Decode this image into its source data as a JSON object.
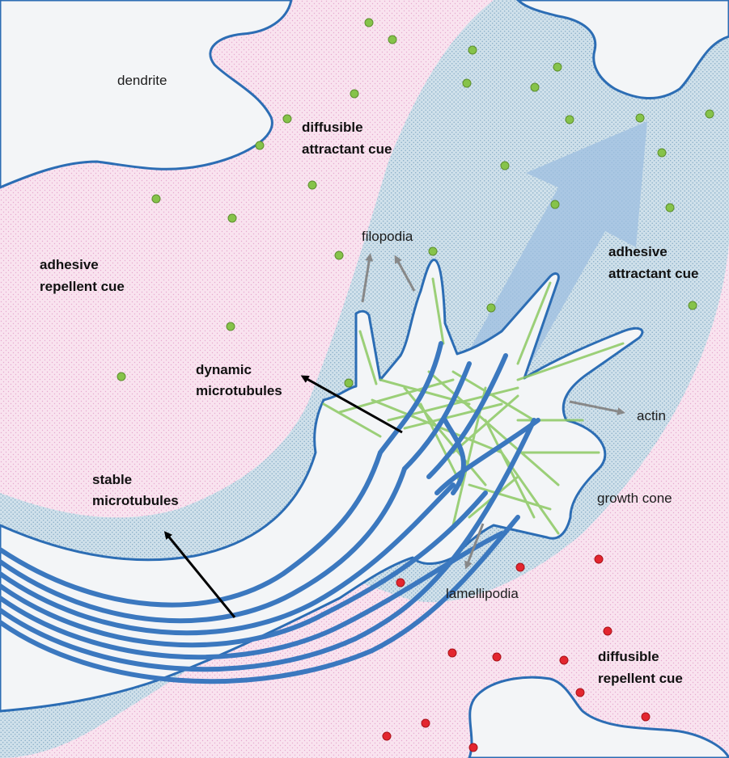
{
  "labels": {
    "dendrite": "dendrite",
    "diffusible_attractant_cue": [
      "diffusible",
      "attractant cue"
    ],
    "adhesive_repellent_cue": [
      "adhesive",
      "repellent cue"
    ],
    "filopodia": "filopodia",
    "adhesive_attractant_cue": [
      "adhesive",
      "attractant cue"
    ],
    "dynamic_microtubules": [
      "dynamic",
      "microtubules"
    ],
    "actin": "actin",
    "stable_microtubules": [
      "stable",
      "microtubules"
    ],
    "growth_cone": "growth cone",
    "lamellipodia": "lamellipodia",
    "diffusible_repellent_cue": [
      "diffusible",
      "repellent cue"
    ]
  },
  "colors": {
    "repellent_region": "#f7dcec",
    "attractant_region": "#c8dde9",
    "membrane_outline": "#2c6db4",
    "cell_interior": "#f3f5f7",
    "microtubule": "#3b78bf",
    "actin": "#8cc963",
    "attractant_particle": "#86c34a",
    "repellent_particle": "#e3262f",
    "direction_arrow": "#9ebfe0",
    "label_arrow_dark": "#000000",
    "label_arrow_gray": "#888888"
  }
}
